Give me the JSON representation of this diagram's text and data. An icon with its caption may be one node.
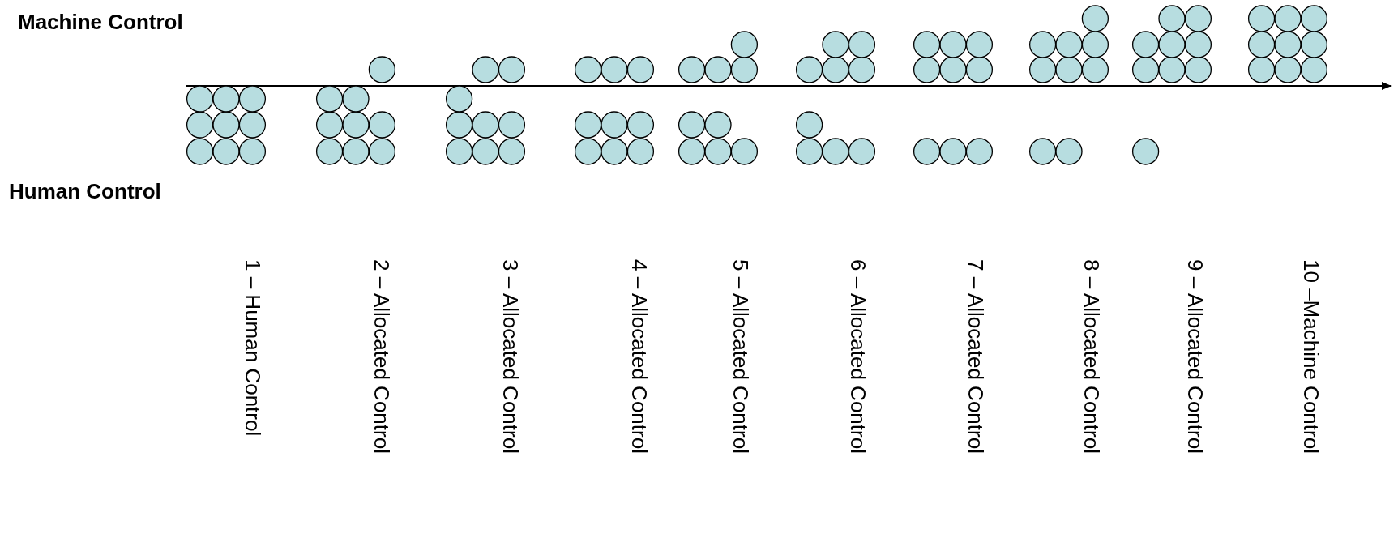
{
  "diagram": {
    "labels": [
      "Machine Control",
      "Human Control",
      "1 – Human Control",
      "2 – Allocated Control",
      "3 – Allocated Control",
      "4 – Allocated Control",
      "5 – Allocated Control",
      "6 – Allocated Control",
      "7 – Allocated Control",
      "8 – Allocated Control",
      "9 – Allocated Control",
      "10 –Machine Control"
    ]
  }
}
